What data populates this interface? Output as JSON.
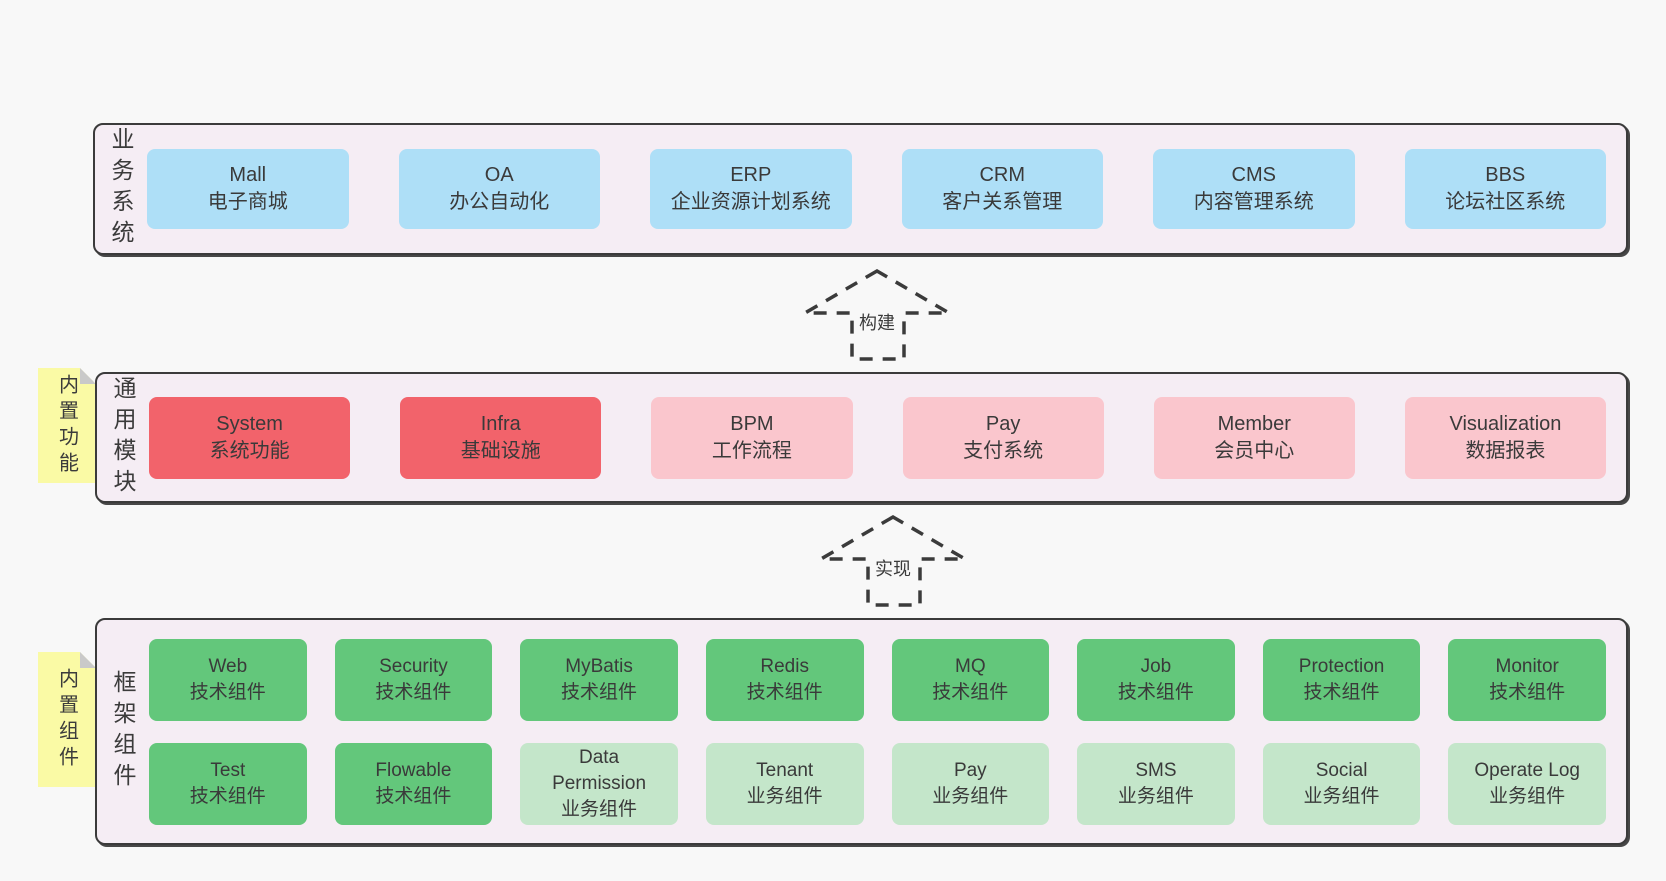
{
  "palette": {
    "blue": "#aedff7",
    "red": "#f2636b",
    "pink": "#fac6cd",
    "green": "#63c77b",
    "lightgreen": "#c4e6ca",
    "note_yellow": "#fafaa5",
    "note_fold_gray": "#c9c9c9",
    "container_fill": "#f5edf4",
    "container_border": "#3b3b3b",
    "page_background": "#f8f8f8",
    "text": "#3a3a3a"
  },
  "arrows": [
    {
      "label": "构建"
    },
    {
      "label": "实现"
    }
  ],
  "layers": [
    {
      "label": "业务系统",
      "boxes": [
        {
          "title": "Mall",
          "subtitle": "电子商城",
          "type": "blue"
        },
        {
          "title": "OA",
          "subtitle": "办公自动化",
          "type": "blue"
        },
        {
          "title": "ERP",
          "subtitle": "企业资源计划系统",
          "type": "blue"
        },
        {
          "title": "CRM",
          "subtitle": "客户关系管理",
          "type": "blue"
        },
        {
          "title": "CMS",
          "subtitle": "内容管理系统",
          "type": "blue"
        },
        {
          "title": "BBS",
          "subtitle": "论坛社区系统",
          "type": "blue"
        }
      ]
    },
    {
      "label": "通用模块",
      "note": "内置功能",
      "boxes": [
        {
          "title": "System",
          "subtitle": "系统功能",
          "type": "red"
        },
        {
          "title": "Infra",
          "subtitle": "基础设施",
          "type": "red"
        },
        {
          "title": "BPM",
          "subtitle": "工作流程",
          "type": "pink"
        },
        {
          "title": "Pay",
          "subtitle": "支付系统",
          "type": "pink"
        },
        {
          "title": "Member",
          "subtitle": "会员中心",
          "type": "pink"
        },
        {
          "title": "Visualization",
          "subtitle": "数据报表",
          "type": "pink"
        }
      ]
    },
    {
      "label": "框架组件",
      "note": "内置组件",
      "rows": [
        [
          {
            "title": "Web",
            "subtitle": "技术组件",
            "type": "green"
          },
          {
            "title": "Security",
            "subtitle": "技术组件",
            "type": "green"
          },
          {
            "title": "MyBatis",
            "subtitle": "技术组件",
            "type": "green"
          },
          {
            "title": "Redis",
            "subtitle": "技术组件",
            "type": "green"
          },
          {
            "title": "MQ",
            "subtitle": "技术组件",
            "type": "green"
          },
          {
            "title": "Job",
            "subtitle": "技术组件",
            "type": "green"
          },
          {
            "title": "Protection",
            "subtitle": "技术组件",
            "type": "green"
          },
          {
            "title": "Monitor",
            "subtitle": "技术组件",
            "type": "green"
          }
        ],
        [
          {
            "title": "Test",
            "subtitle": "技术组件",
            "type": "green"
          },
          {
            "title": "Flowable",
            "subtitle": "技术组件",
            "type": "green"
          },
          {
            "title": "Data",
            "title2": "Permission",
            "subtitle": "业务组件",
            "type": "lightgreen"
          },
          {
            "title": "Tenant",
            "subtitle": "业务组件",
            "type": "lightgreen"
          },
          {
            "title": "Pay",
            "subtitle": "业务组件",
            "type": "lightgreen"
          },
          {
            "title": "SMS",
            "subtitle": "业务组件",
            "type": "lightgreen"
          },
          {
            "title": "Social",
            "subtitle": "业务组件",
            "type": "lightgreen"
          },
          {
            "title": "Operate Log",
            "subtitle": "业务组件",
            "type": "lightgreen"
          }
        ]
      ]
    }
  ]
}
